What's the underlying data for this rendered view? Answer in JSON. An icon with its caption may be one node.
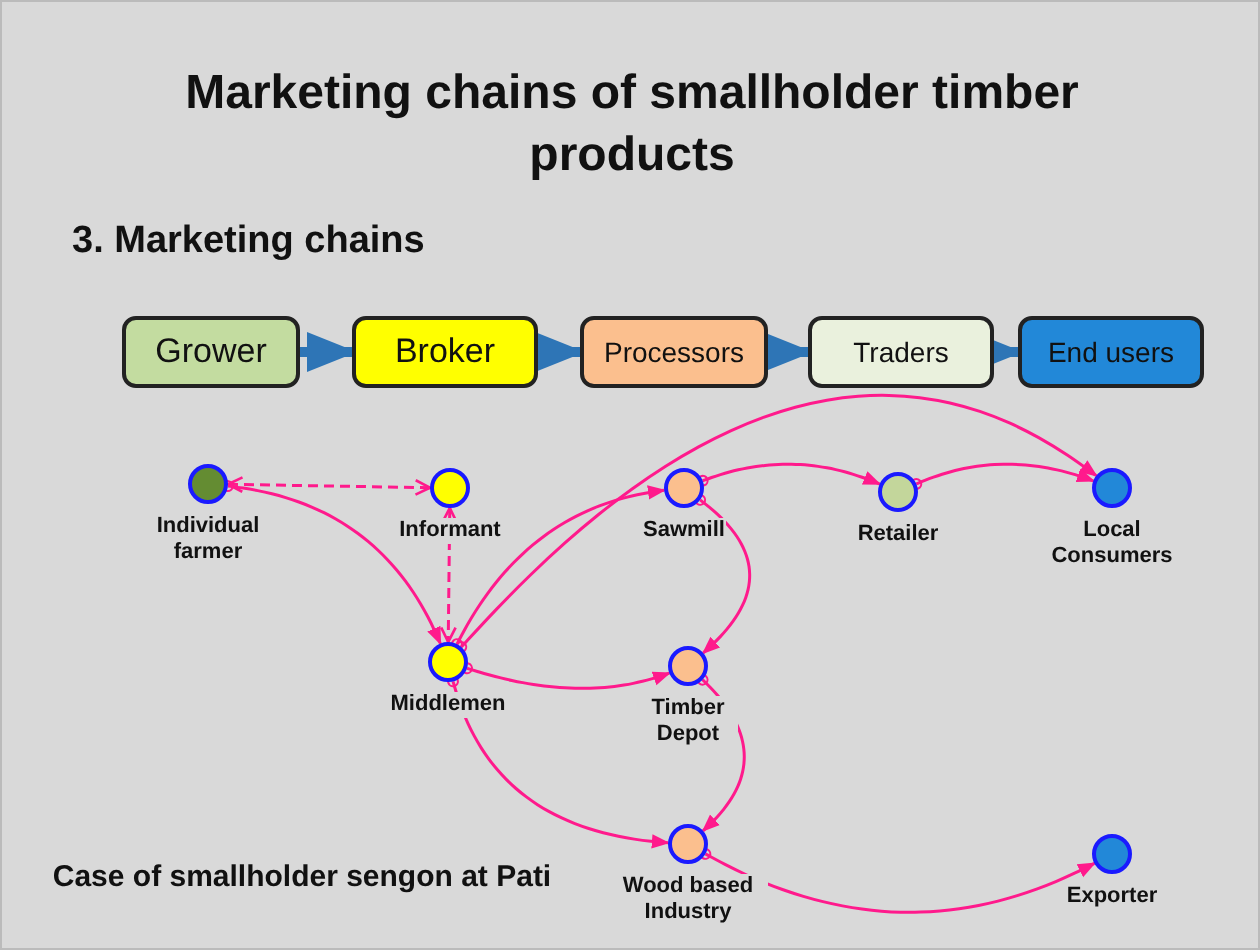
{
  "diagram": {
    "title": "Marketing chains of smallholder timber products",
    "nodes": [
      {
        "text": [
          "Grower"
        ]
      },
      {
        "text": [
          "Broker"
        ]
      },
      {
        "text": [
          "Processors"
        ]
      },
      {
        "text": [
          "Traders"
        ]
      },
      {
        "text": [
          "End users"
        ]
      },
      {
        "text": [
          "Individual farmer"
        ]
      },
      {
        "text": [
          "Informant"
        ]
      },
      {
        "text": [
          "Sawmill"
        ]
      },
      {
        "text": [
          "Retailer"
        ]
      },
      {
        "text": [
          "Local Consumers"
        ]
      },
      {
        "text": [
          "Middlemen"
        ]
      },
      {
        "text": [
          "Timber Depot"
        ]
      },
      {
        "text": [
          "Wood based Industry"
        ]
      },
      {
        "text": [
          "Exporter"
        ]
      }
    ],
    "edges": [
      {
        "from": 0,
        "to": 1,
        "arrow": "to",
        "style": "thick",
        "color": "#2e75b6"
      },
      {
        "from": 1,
        "to": 2,
        "arrow": "to",
        "style": "thick",
        "color": "#2e75b6"
      },
      {
        "from": 2,
        "to": 3,
        "arrow": "to",
        "style": "thick",
        "color": "#2e75b6"
      },
      {
        "from": 3,
        "to": 4,
        "arrow": "to",
        "style": "thick",
        "color": "#2e75b6"
      },
      {
        "from": 5,
        "to": 6,
        "arrow": "both",
        "style": "dashed"
      },
      {
        "from": 6,
        "to": 10,
        "arrow": "both",
        "style": "dashed"
      },
      {
        "from": 5,
        "to": 10,
        "arrow": "to"
      },
      {
        "from": 10,
        "to": 7,
        "arrow": "to"
      },
      {
        "from": 10,
        "to": 9,
        "arrow": "to"
      },
      {
        "from": 10,
        "to": 11,
        "arrow": "to"
      },
      {
        "from": 10,
        "to": 12,
        "arrow": "to"
      },
      {
        "from": 7,
        "to": 8,
        "arrow": "to"
      },
      {
        "from": 7,
        "to": 11,
        "arrow": "to"
      },
      {
        "from": 8,
        "to": 9,
        "arrow": "to"
      },
      {
        "from": 11,
        "to": 12,
        "arrow": "to"
      },
      {
        "from": 12,
        "to": 13,
        "arrow": "to"
      }
    ],
    "labels": [
      "3. Marketing chains",
      "Case of smallholder sengon at Pati"
    ]
  }
}
